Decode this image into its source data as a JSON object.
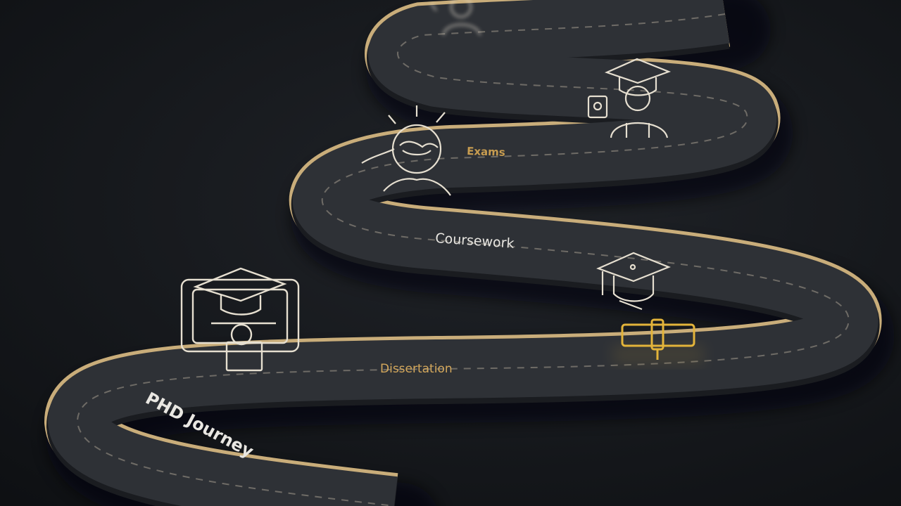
{
  "scene": {
    "colors": {
      "background": "#141619",
      "road_fill": "#2e3136",
      "road_edge": "#c9ad7a",
      "icon_line": "#e6dfd0",
      "gold": "#e3b43a",
      "label_gold": "#d4a85c",
      "label_white": "#e9e7e2"
    },
    "labels": {
      "top_sign": "",
      "upper_stage": "",
      "exams": "Exams",
      "coursework": "Coursework",
      "dissertation": "Dissertation",
      "journey": "PHD Journey"
    },
    "icons": [
      {
        "name": "graduate-person-icon"
      },
      {
        "name": "lightbulb-head-icon"
      },
      {
        "name": "graduation-cap-icon"
      },
      {
        "name": "diploma-scroll-icon"
      },
      {
        "name": "laptop-graduate-icon"
      },
      {
        "name": "person-at-top-icon"
      }
    ]
  }
}
